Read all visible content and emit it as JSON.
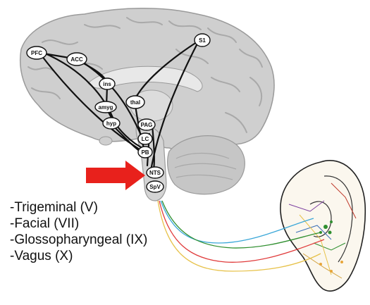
{
  "nodes": {
    "pfc": "PFC",
    "acc": "ACC",
    "s1": "S1",
    "ins": "ins",
    "amyg": "amyg",
    "hyp": "hyp",
    "thal": "thal",
    "pag": "PAG",
    "lc": "LC",
    "pb": "PB",
    "nts": "NTS",
    "spv": "SpV"
  },
  "nerves": [
    "-Trigeminal (V)",
    "-Facial (VII)",
    "-Glossopharyngeal (IX)",
    "-Vagus (X)"
  ],
  "colors": {
    "arrow": "#e8211c",
    "brain": "#c9c9c9",
    "nerve_blue": "#3aa7d8",
    "nerve_yellow": "#e7c24a",
    "nerve_red": "#e03a3a",
    "nerve_green": "#2f8f2f"
  }
}
